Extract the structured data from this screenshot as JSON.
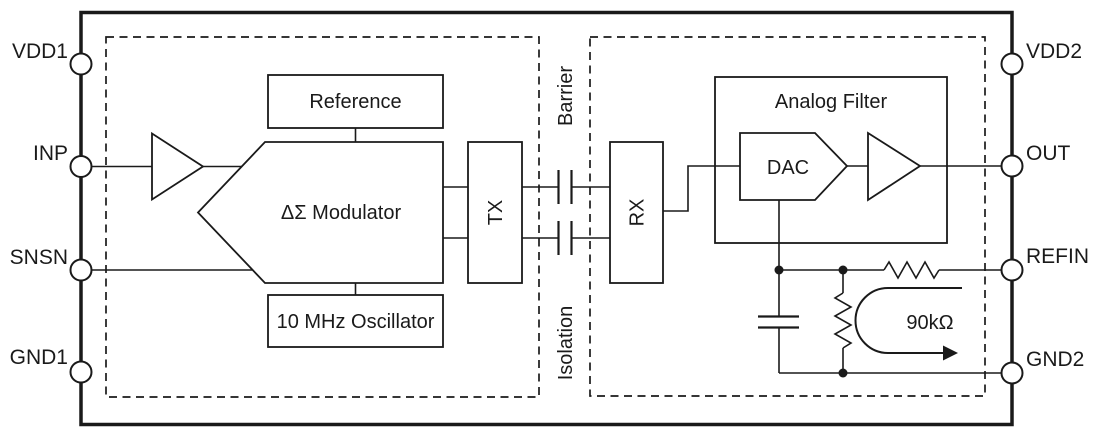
{
  "pins": {
    "left": [
      {
        "name": "VDD1"
      },
      {
        "name": "INP"
      },
      {
        "name": "SNSN"
      },
      {
        "name": "GND1"
      }
    ],
    "right": [
      {
        "name": "VDD2"
      },
      {
        "name": "OUT"
      },
      {
        "name": "REFIN"
      },
      {
        "name": "GND2"
      }
    ]
  },
  "blocks": {
    "reference": "Reference",
    "modulator": "ΔΣ Modulator",
    "oscillator": "10 MHz Oscillator",
    "tx": "TX",
    "rx": "RX",
    "analog_filter": "Analog Filter",
    "dac": "DAC"
  },
  "labels": {
    "barrier": "Barrier",
    "isolation": "Isolation",
    "resistor_value": "90kΩ"
  },
  "colors": {
    "line": "#1a1a1a",
    "background": "#ffffff"
  }
}
